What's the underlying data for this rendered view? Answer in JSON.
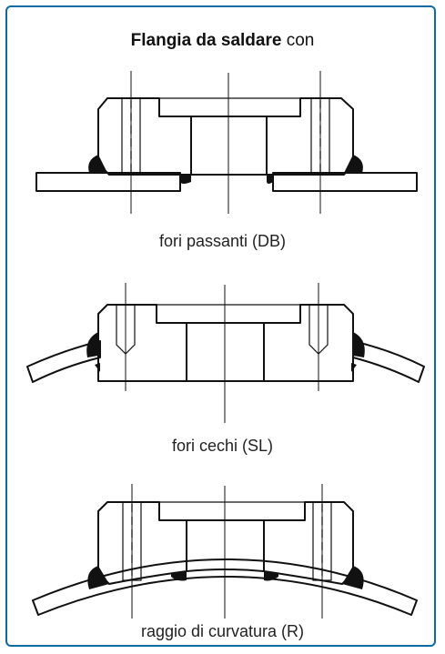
{
  "title": {
    "bold": "Flangia da saldare",
    "rest": " con"
  },
  "sections": [
    {
      "id": "DB",
      "caption": "fori passanti (DB)"
    },
    {
      "id": "SL",
      "caption": "fori cechi (SL)"
    },
    {
      "id": "R",
      "caption": "raggio di curvatura (R)"
    }
  ],
  "colors": {
    "frame": "#0c6aa5",
    "line": "#111111"
  }
}
